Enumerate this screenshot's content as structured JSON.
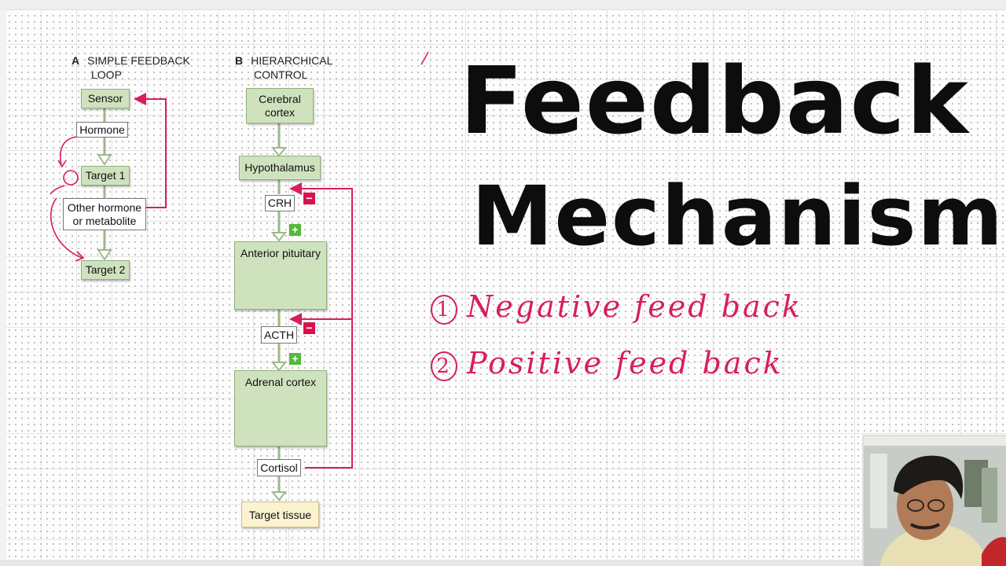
{
  "panel_a": {
    "letter": "A",
    "title_line1": "SIMPLE FEEDBACK",
    "title_line2": "LOOP",
    "sensor": "Sensor",
    "hormone": "Hormone",
    "target1": "Target 1",
    "other_line1": "Other hormone",
    "other_line2": "or metabolite",
    "target2": "Target 2"
  },
  "panel_b": {
    "letter": "B",
    "title_line1": "HIERARCHICAL",
    "title_line2": "CONTROL",
    "cerebral_line1": "Cerebral",
    "cerebral_line2": "cortex",
    "hypothalamus": "Hypothalamus",
    "crh": "CRH",
    "anterior_pituitary": "Anterior pituitary",
    "acth": "ACTH",
    "adrenal_cortex": "Adrenal cortex",
    "cortisol": "Cortisol",
    "target_tissue": "Target tissue",
    "minus": "−",
    "plus": "+"
  },
  "title": {
    "line1": "Feedback",
    "line2": "Mechanism"
  },
  "notes": {
    "item1_num": "1",
    "item1": "Negative feed back",
    "item2_num": "2",
    "item2": "Positive feed back"
  },
  "colors": {
    "box_fill": "#cfe2be",
    "feedback_line": "#d81e5b",
    "minus": "#d8124b",
    "plus": "#55b83a",
    "ink": "#0d0d0d"
  }
}
